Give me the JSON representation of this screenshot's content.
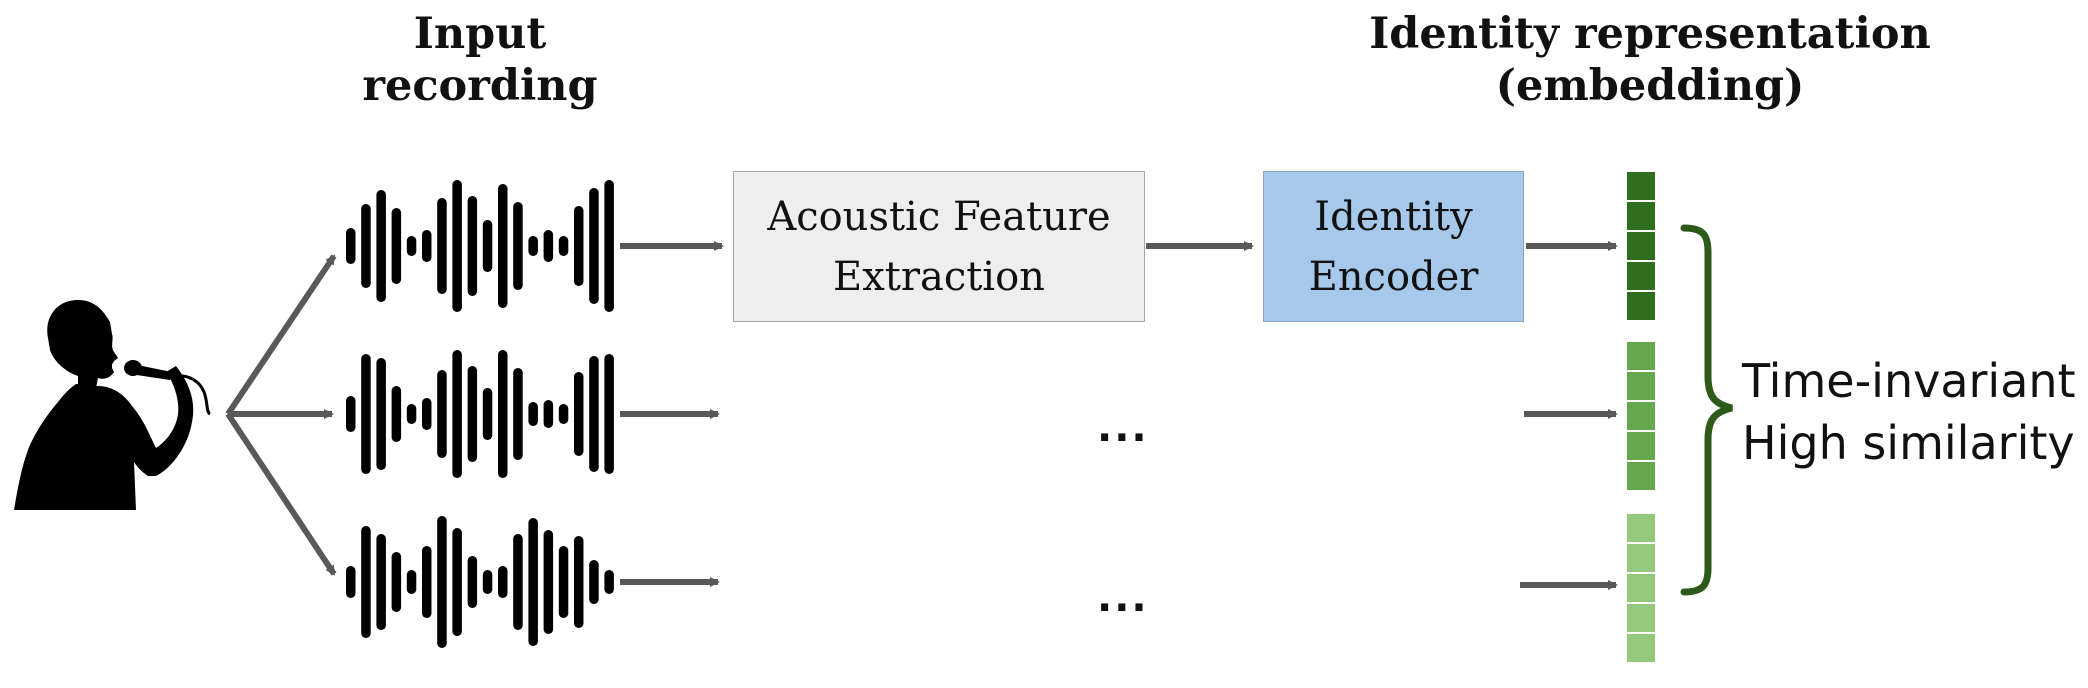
{
  "headings": {
    "input_line1": "Input",
    "input_line2": "recording",
    "identity_line1": "Identity representation",
    "identity_line2": "(embedding)"
  },
  "boxes": {
    "acoustic_line1": "Acoustic Feature",
    "acoustic_line2": "Extraction",
    "encoder_line1": "Identity",
    "encoder_line2": "Encoder"
  },
  "ellipsis": "...",
  "annotation": {
    "line1": "Time-invariant",
    "line2": "High similarity"
  },
  "colors": {
    "acoustic_fill": "#eeeeee",
    "encoder_fill": "#a6c8ea",
    "embedding_dark": "#2f6e1f",
    "embedding_mid": "#66a84e",
    "embedding_light": "#94c87c",
    "arrow": "#595959",
    "brace": "#2d5a1b"
  },
  "icons": {
    "singer": "singer-silhouette-icon",
    "waveform": "audio-waveform-icon"
  }
}
